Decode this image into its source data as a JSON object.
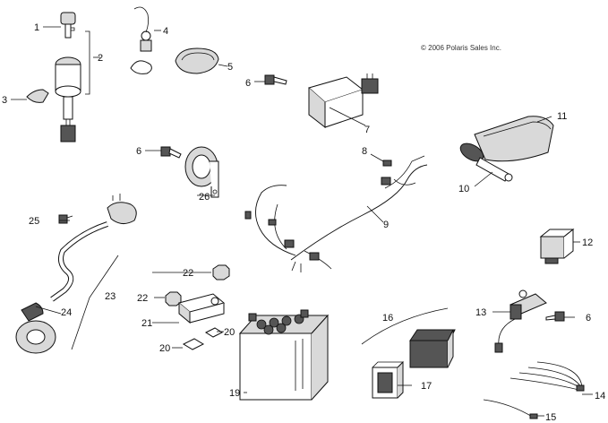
{
  "copyright": "© 2006 Polaris Sales Inc.",
  "callouts": [
    "1",
    "2",
    "3",
    "4",
    "5",
    "6",
    "6",
    "6",
    "7",
    "8",
    "9",
    "10",
    "11",
    "12",
    "13",
    "14",
    "15",
    "16",
    "17",
    "19",
    "20",
    "20",
    "21",
    "22",
    "22",
    "23",
    "24",
    "25",
    "26"
  ]
}
